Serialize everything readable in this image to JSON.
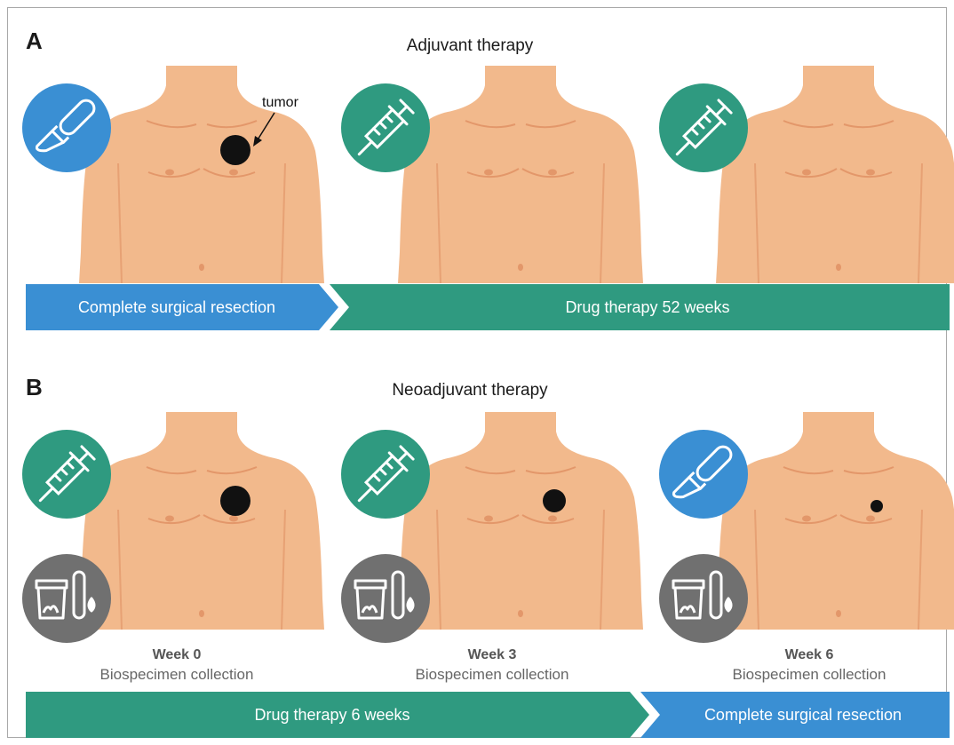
{
  "panel_a": {
    "letter": "A",
    "title": "Adjuvant therapy",
    "tumor_label": "tumor",
    "steps": [
      {
        "icon": "scalpel-icon",
        "tumor": "large"
      },
      {
        "icon": "syringe-icon",
        "tumor": "none"
      },
      {
        "icon": "syringe-icon",
        "tumor": "none"
      }
    ],
    "banners": [
      {
        "text": "Complete surgical resection",
        "color": "#3a8fd3"
      },
      {
        "text": "Drug therapy 52 weeks",
        "color": "#2f9a80"
      }
    ]
  },
  "panel_b": {
    "letter": "B",
    "title": "Neoadjuvant therapy",
    "steps": [
      {
        "icon": "syringe-icon",
        "week": "Week 0",
        "caption": "Biospecimen collection",
        "tumor": "large"
      },
      {
        "icon": "syringe-icon",
        "week": "Week 3",
        "caption": "Biospecimen collection",
        "tumor": "medium"
      },
      {
        "icon": "scalpel-icon",
        "week": "Week 6",
        "caption": "Biospecimen collection",
        "tumor": "small"
      }
    ],
    "banners": [
      {
        "text": "Drug therapy 6 weeks",
        "color": "#2f9a80"
      },
      {
        "text": "Complete surgical resection",
        "color": "#3a8fd3"
      }
    ]
  },
  "colors": {
    "skin": "#f2b98c",
    "skin_line": "#e3976a",
    "surgery_blue": "#3a8fd3",
    "drug_teal": "#2f9a80",
    "specimen_gray": "#707070",
    "tumor": "#111111"
  }
}
